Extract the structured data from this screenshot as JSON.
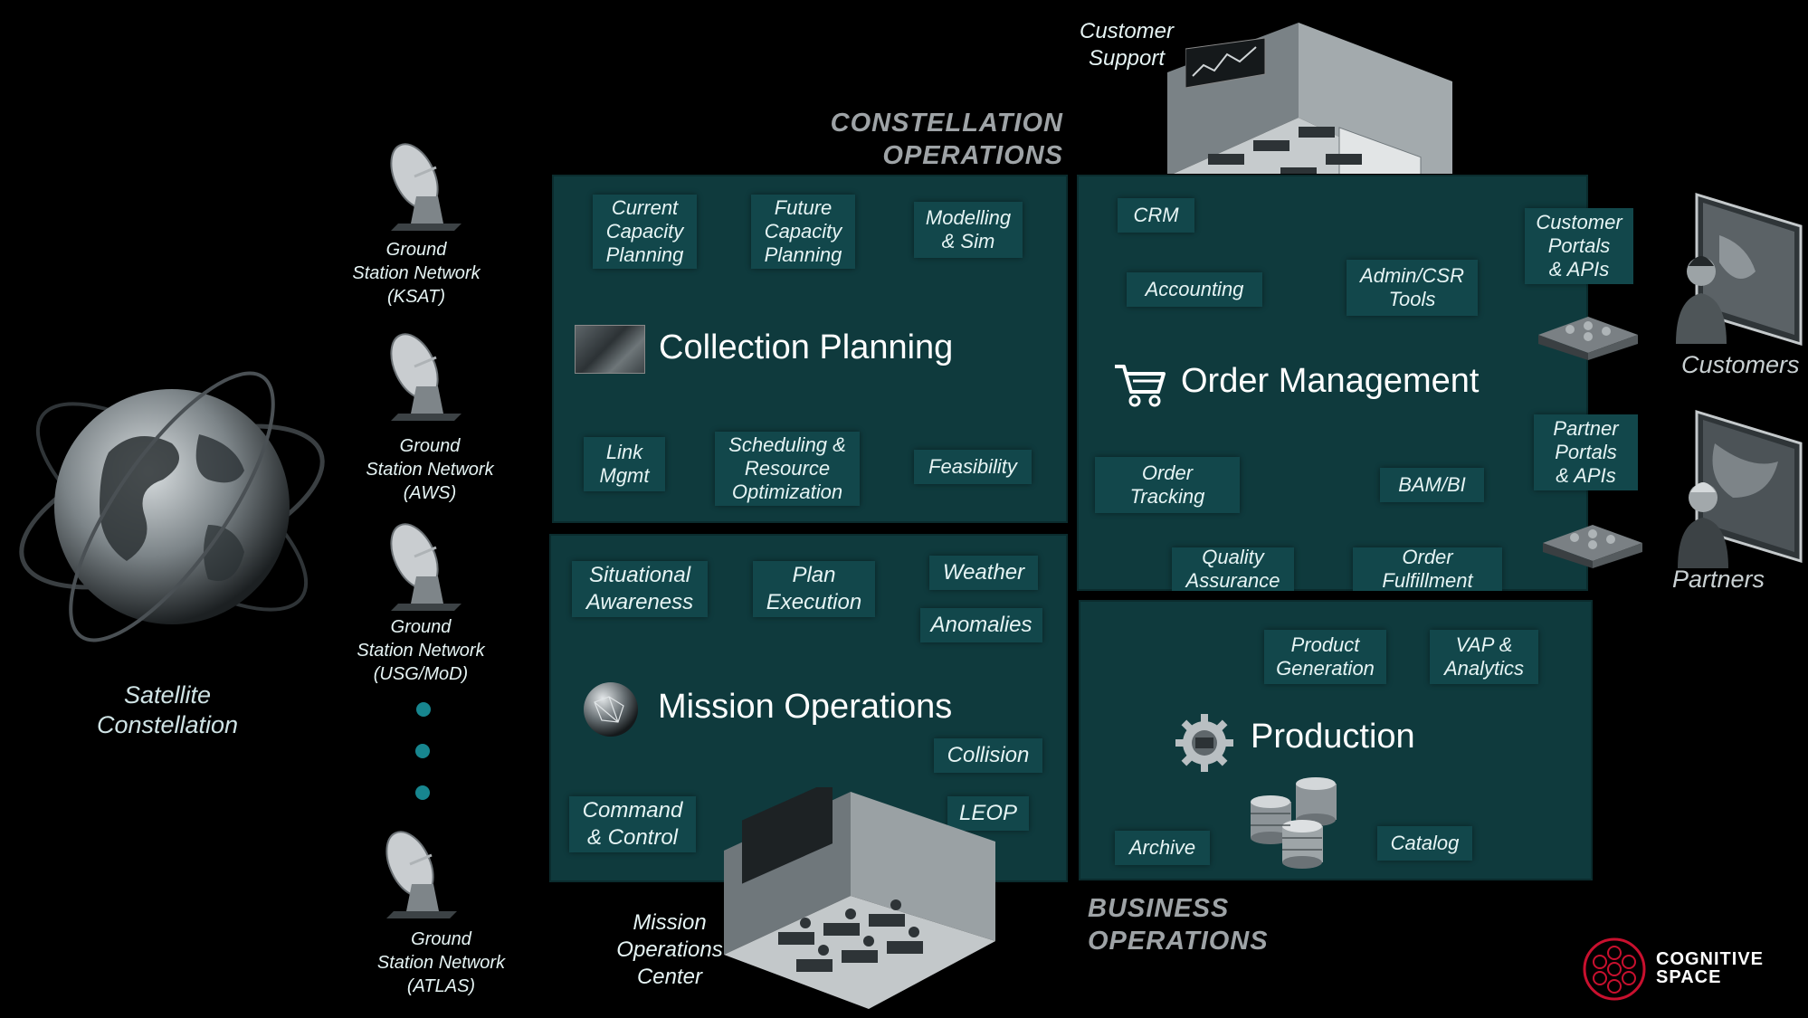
{
  "colors": {
    "background": "#000000",
    "panel": "#0f3a3d",
    "chip": "#12474b",
    "section_label": "#9ea3a6",
    "dot": "#17868f",
    "logo": "#c8102e"
  },
  "left": {
    "satellite_label": "Satellite\nConstellation",
    "ground_stations": [
      "Ground\nStation Network\n(KSAT)",
      "Ground\nStation Network\n(AWS)",
      "Ground\nStation Network\n(USG/MoD)",
      "Ground\nStation Network\n(ATLAS)"
    ]
  },
  "constellation_operations": {
    "label": "CONSTELLATION\nOPERATIONS",
    "collection_planning": {
      "title": "Collection Planning",
      "items": [
        "Current\nCapacity\nPlanning",
        "Future\nCapacity\nPlanning",
        "Modelling\n& Sim",
        "Link\nMgmt",
        "Scheduling &\nResource\nOptimization",
        "Feasibility"
      ]
    },
    "mission_operations": {
      "title": "Mission Operations",
      "items": [
        "Situational\nAwareness",
        "Plan\nExecution",
        "Weather",
        "Anomalies",
        "Collision",
        "LEOP",
        "Command\n& Control"
      ]
    },
    "mission_center_label": "Mission\nOperations\nCenter"
  },
  "business_operations": {
    "label": "BUSINESS\nOPERATIONS",
    "customer_support_label": "Customer\nSupport",
    "order_management": {
      "title": "Order Management",
      "items": [
        "CRM",
        "Accounting",
        "Admin/CSR\nTools",
        "Order\nTracking",
        "BAM/BI",
        "Quality\nAssurance",
        "Order\nFulfillment",
        "Customer\nPortals\n& APIs",
        "Partner\nPortals\n& APIs"
      ]
    },
    "production": {
      "title": "Production",
      "items": [
        "Product\nGeneration",
        "VAP &\nAnalytics",
        "Archive",
        "Catalog"
      ]
    }
  },
  "right": {
    "customers_label": "Customers",
    "partners_label": "Partners"
  },
  "logo": {
    "line1": "COGNITIVE",
    "line2": "SPACE"
  },
  "icons": {
    "globe": "globe-icon",
    "dish": "satellite-dish-icon",
    "cart": "shopping-cart-icon",
    "gear": "gear-icon",
    "database": "database-icon",
    "sphere": "network-sphere-icon",
    "map": "map-thumbnail-icon"
  }
}
